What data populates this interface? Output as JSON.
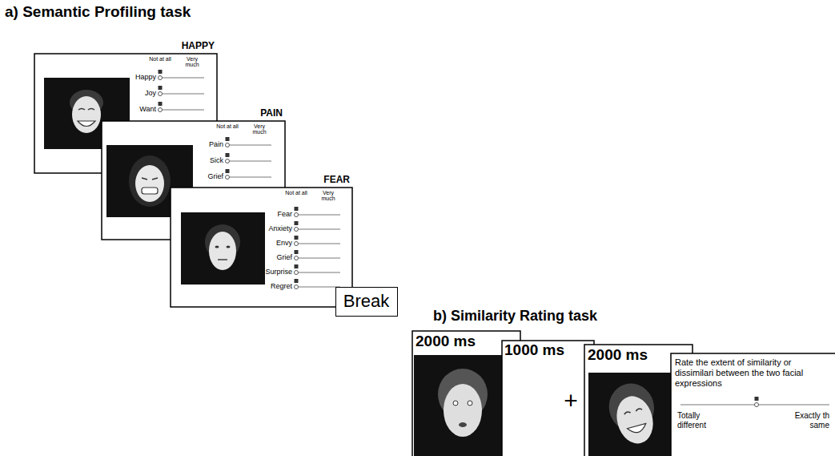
{
  "diagram": {
    "nodes": [
      {
        "text": [
          "HAPPY",
          "Not at all",
          "Very much",
          "Happy",
          "Joy",
          "Want"
        ]
      },
      {
        "text": [
          "PAIN",
          "Not at all",
          "Very much",
          "Pain",
          "Sick",
          "Grief"
        ]
      },
      {
        "text": [
          "FEAR",
          "Not at all",
          "Very much",
          "Fear",
          "Anxiety",
          "Envy",
          "Grief",
          "Surprise",
          "Regret"
        ]
      },
      {
        "text": [
          "Break"
        ]
      },
      {
        "text": [
          "2000 ms"
        ]
      },
      {
        "text": [
          "1000 ms",
          "+"
        ]
      },
      {
        "text": [
          "2000 ms"
        ]
      },
      {
        "text": [
          "Rate the extent of similarity or dissimilari between the two facial expressions",
          "Totally different",
          "Exactly th same"
        ]
      }
    ],
    "labels": [
      "a) Semantic Profiling task",
      "b) Similarity Rating task"
    ]
  }
}
